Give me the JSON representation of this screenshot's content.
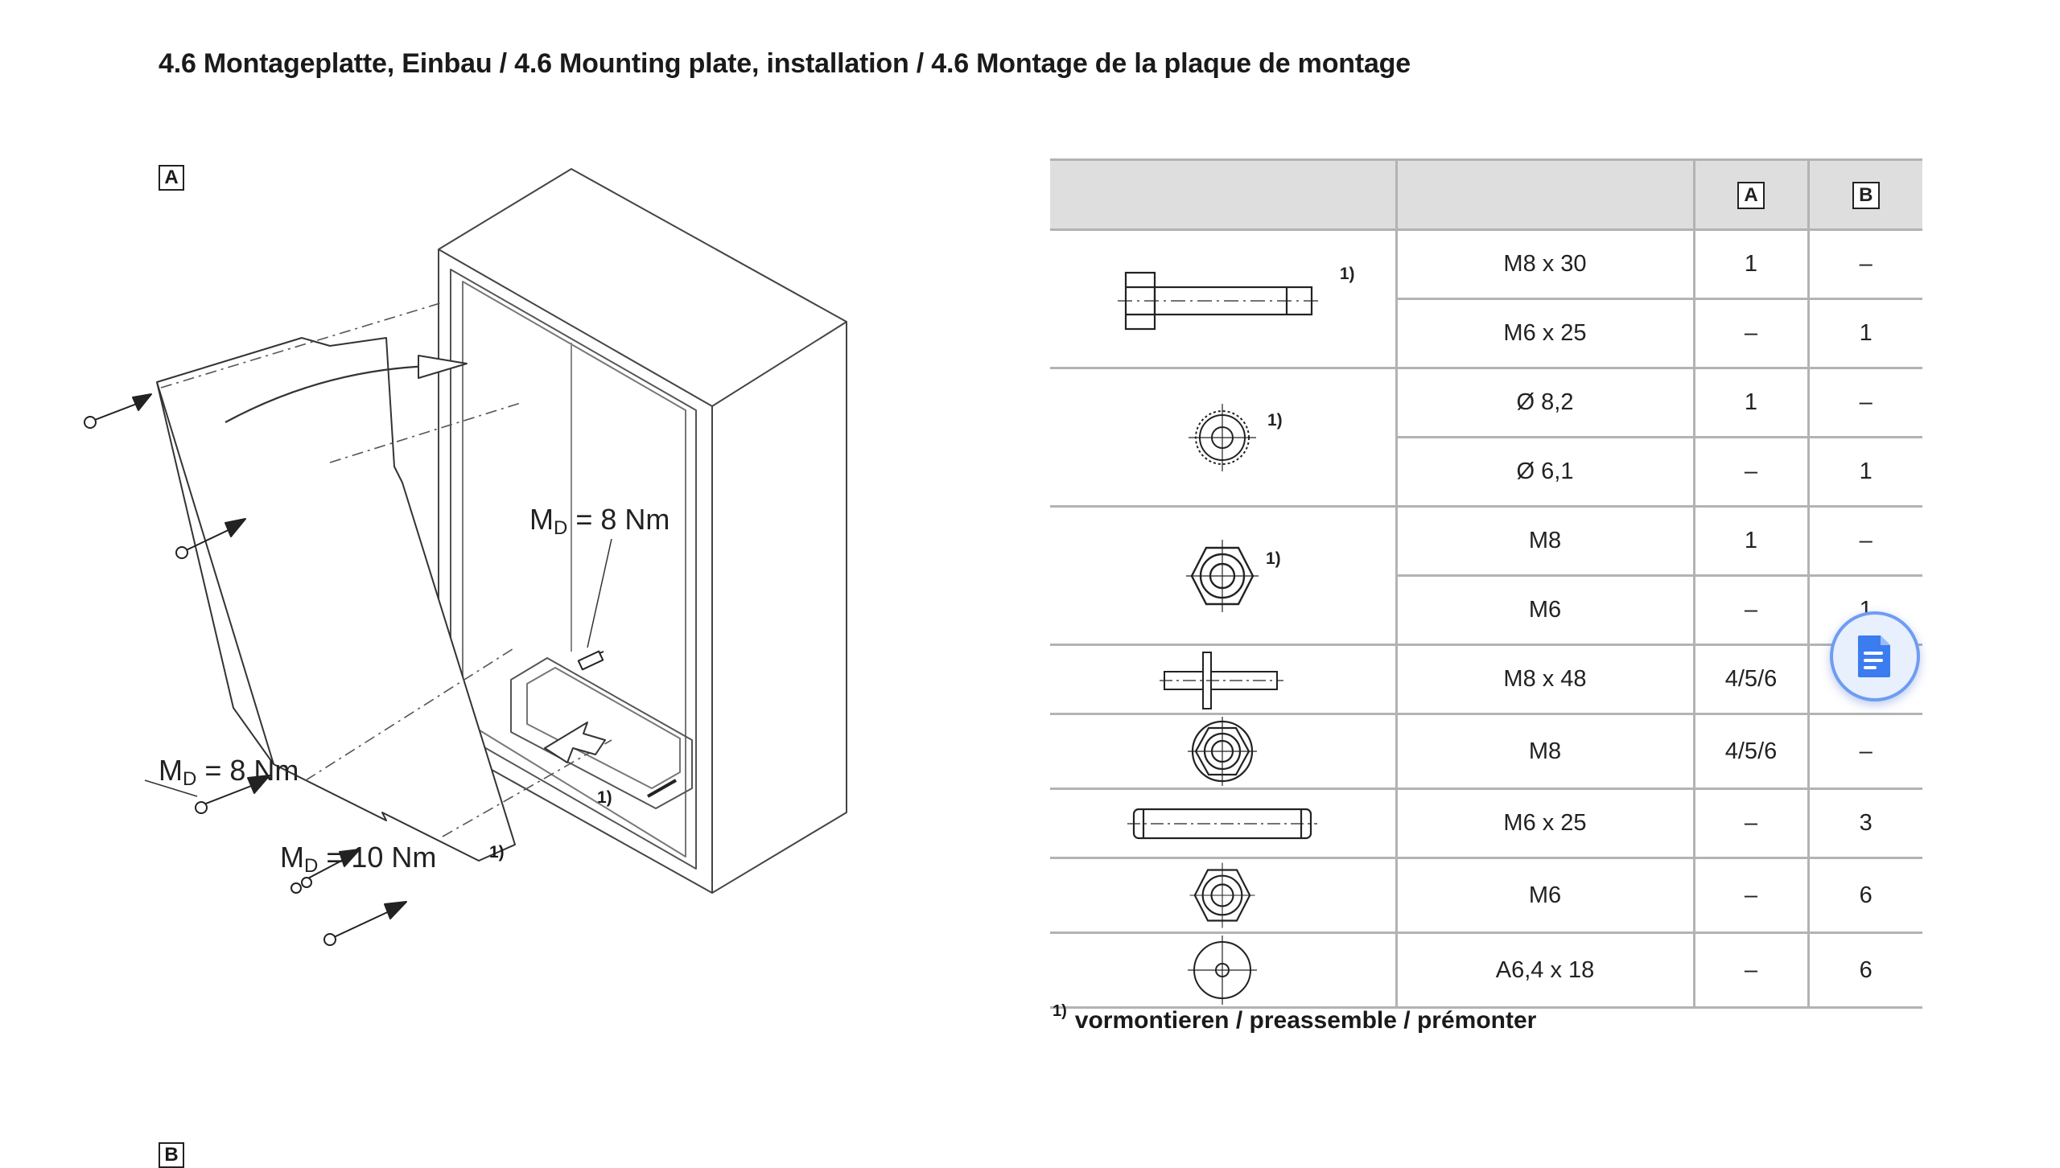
{
  "page": {
    "title": "4.6 Montageplatte, Einbau / 4.6 Mounting plate, installation / 4.6 Montage de la plaque de montage",
    "figure_a_label": "A",
    "figure_b_label": "B"
  },
  "figure": {
    "torque_top": {
      "prefix": "M",
      "sub": "D",
      "value": " = 8 Nm"
    },
    "torque_left": {
      "prefix": "M",
      "sub": "D",
      "value": " = 8 Nm"
    },
    "torque_bottom": {
      "prefix": "M",
      "sub": "D",
      "value": " = 10 Nm"
    },
    "note_marker": "1)"
  },
  "table": {
    "header": [
      "",
      "",
      "A",
      "B"
    ],
    "rows": [
      {
        "icon": "hex-bolt-icon",
        "note": "1)",
        "spec": "M8 x 30",
        "a": "1",
        "b": "–"
      },
      {
        "spec": "M6 x 25",
        "a": "–",
        "b": "1"
      },
      {
        "icon": "serrated-washer-icon",
        "note": "1)",
        "spec": "Ø 8,2",
        "a": "1",
        "b": "–"
      },
      {
        "spec": "Ø 6,1",
        "a": "–",
        "b": "1"
      },
      {
        "icon": "hex-nut-icon",
        "note": "1)",
        "spec": "M8",
        "a": "1",
        "b": "–"
      },
      {
        "spec": "M6",
        "a": "–",
        "b": "1"
      },
      {
        "icon": "spacer-bolt-icon",
        "spec": "M8 x 48",
        "a": "4/5/6",
        "b": "–"
      },
      {
        "icon": "flange-nut-icon",
        "spec": "M8",
        "a": "4/5/6",
        "b": "–"
      },
      {
        "icon": "threaded-rod-icon",
        "spec": "M6 x 25",
        "a": "–",
        "b": "3"
      },
      {
        "icon": "hex-nut-icon",
        "spec": "M6",
        "a": "–",
        "b": "6"
      },
      {
        "icon": "flat-washer-icon",
        "spec": "A6,4 x 18",
        "a": "–",
        "b": "6"
      }
    ],
    "footnote_marker": "1)",
    "footnote": "vormontieren / preassemble / prémonter"
  },
  "fab": {
    "icon": "document-icon"
  }
}
